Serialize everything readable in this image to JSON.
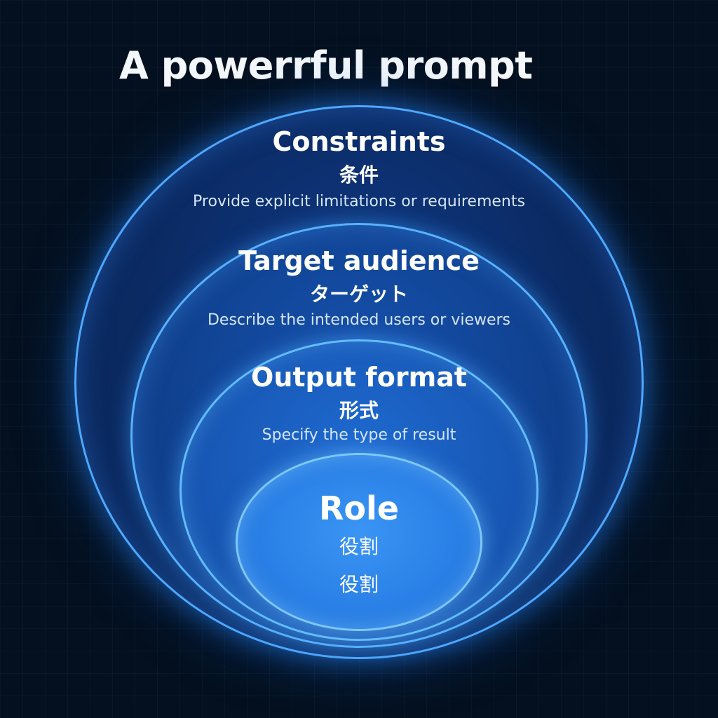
{
  "title": "A powerrful prompt",
  "layers": [
    {
      "heading": "Constraints",
      "jp": "条件",
      "description": "Provide explicit limitations or requirements"
    },
    {
      "heading": "Target audience",
      "jp": "ターゲット",
      "description": "Describe the intended users or viewers"
    },
    {
      "heading": "Output format",
      "jp": "形式",
      "description": "Specify the type of result"
    },
    {
      "heading": "Role",
      "jp": "役割",
      "jp_repeat": "役割"
    }
  ],
  "colors": {
    "background": "#04101f",
    "outer_ring": "#4fa8ff",
    "inner_ring": "#7cc8ff",
    "text": "#ffffff"
  }
}
